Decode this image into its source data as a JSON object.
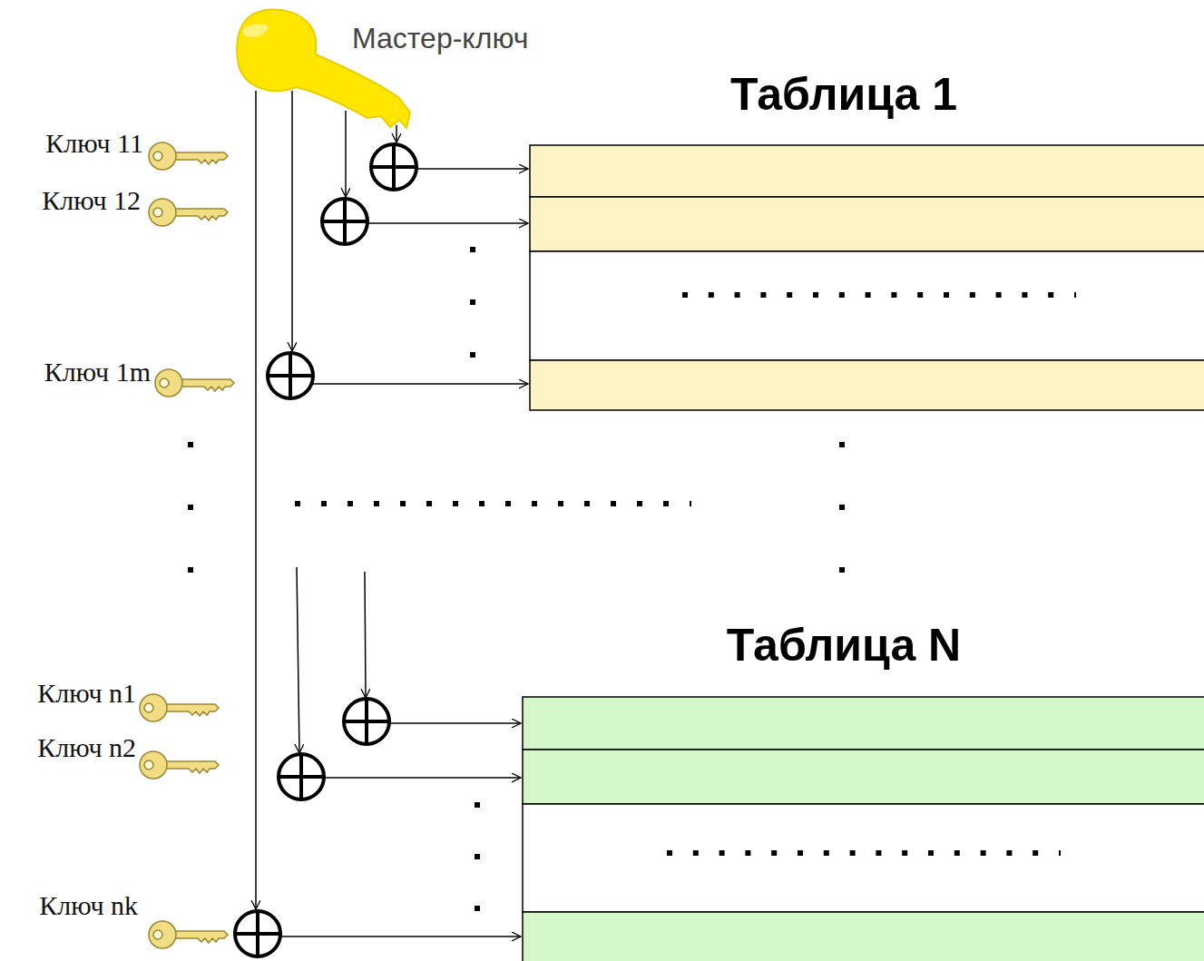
{
  "diagram": {
    "nodes": [
      {
        "text": [
          "Таблица 1"
        ]
      },
      {
        "text": [
          "Таблица N"
        ]
      }
    ],
    "labels": [
      "Мастер-ключ",
      "Ключ 11",
      "Ключ 12",
      "Ключ 1m",
      "Ключ n1",
      "Ключ n2",
      "Ключ nk"
    ]
  }
}
